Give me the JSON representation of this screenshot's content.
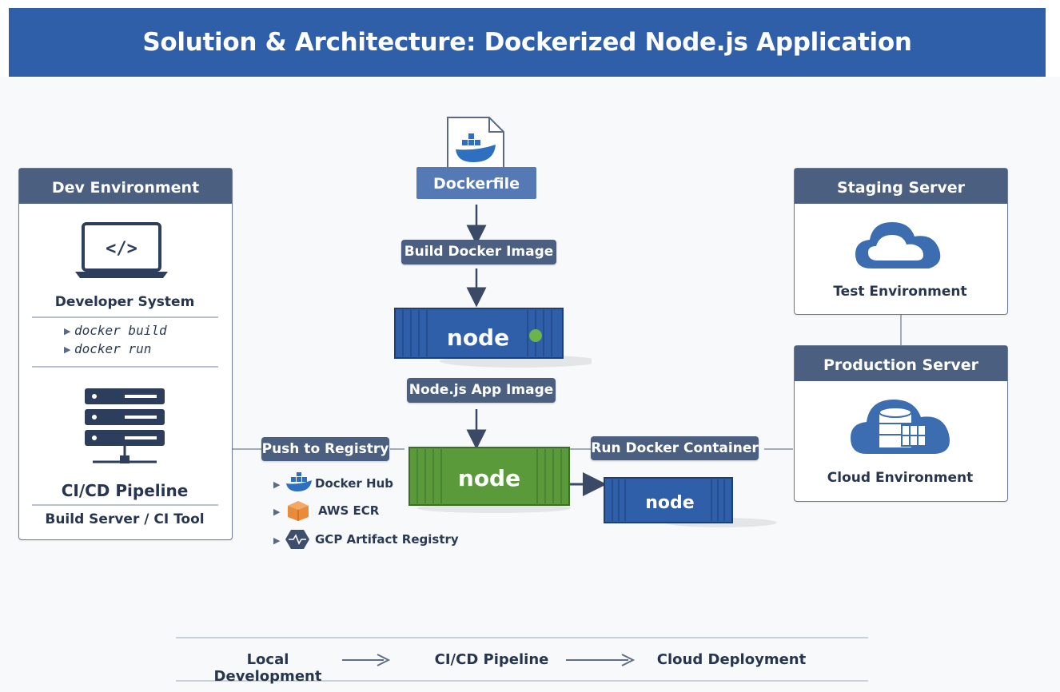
{
  "title": "Solution & Architecture: Dockerized Node.js Application",
  "dev_env": {
    "header": "Dev Environment",
    "developer_system": "Developer System",
    "commands": [
      "docker build",
      "docker run"
    ],
    "pipeline_title": "CI/CD Pipeline",
    "pipeline_sub": "Build Server / CI Tool"
  },
  "center": {
    "dockerfile": "Dockerfile",
    "build_step": "Build Docker Image",
    "image_label": "Node.js App Image",
    "push_step": "Push to Registry",
    "run_step": "Run Docker Container",
    "container_logo": "node"
  },
  "registries": [
    "Docker Hub",
    "AWS ECR",
    "GCP Artifact Registry"
  ],
  "staging": {
    "header": "Staging Server",
    "label": "Test Environment"
  },
  "production": {
    "header": "Production Server",
    "label": "Cloud Environment"
  },
  "flow": [
    "Local Development",
    "CI/CD Pipeline",
    "Cloud Deployment"
  ],
  "colors": {
    "banner": "#2f5fa8",
    "header": "#4b5f80",
    "blue_container": "#2f5fa8",
    "green_container": "#5a9a3a"
  }
}
